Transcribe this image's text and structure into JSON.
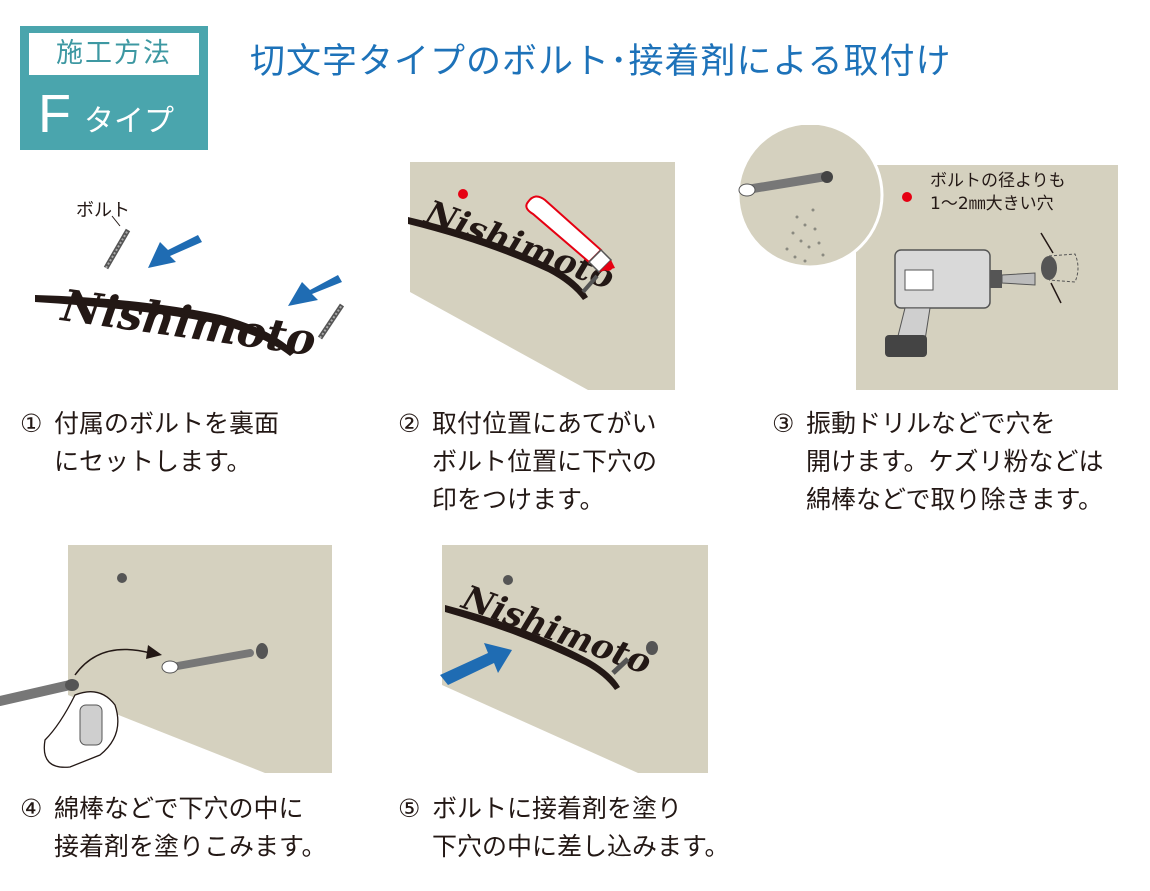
{
  "header": {
    "badge_title": "施工方法",
    "badge_letter": "F",
    "badge_sub": "タイプ",
    "title": "切文字タイプのボルト･接着剤による取付け"
  },
  "sign_text": "Nishimoto",
  "step1": {
    "bolt_label": "ボルト",
    "num": "①",
    "line1": "付属のボルトを裏面",
    "line2": "にセットします。"
  },
  "step2": {
    "num": "②",
    "line1": "取付位置にあてがい",
    "line2": "ボルト位置に下穴の",
    "line3": "印をつけます。"
  },
  "step3": {
    "note_line1": "ボルトの径よりも",
    "note_line2": "1～2㎜大きい穴",
    "num": "③",
    "line1": "振動ドリルなどで穴を",
    "line2": "開けます。ケズリ粉などは",
    "line3": "綿棒などで取り除きます。"
  },
  "step4": {
    "num": "④",
    "line1": "綿棒などで下穴の中に",
    "line2": "接着剤を塗りこみます。"
  },
  "step5": {
    "num": "⑤",
    "line1": "ボルトに接着剤を塗り",
    "line2": "下穴の中に差し込みます。"
  },
  "colors": {
    "teal": "#4aa5ad",
    "blue": "#1d72b9",
    "wall": "#d5d1bf",
    "red": "#e60012",
    "arrow": "#1f6cb3"
  }
}
